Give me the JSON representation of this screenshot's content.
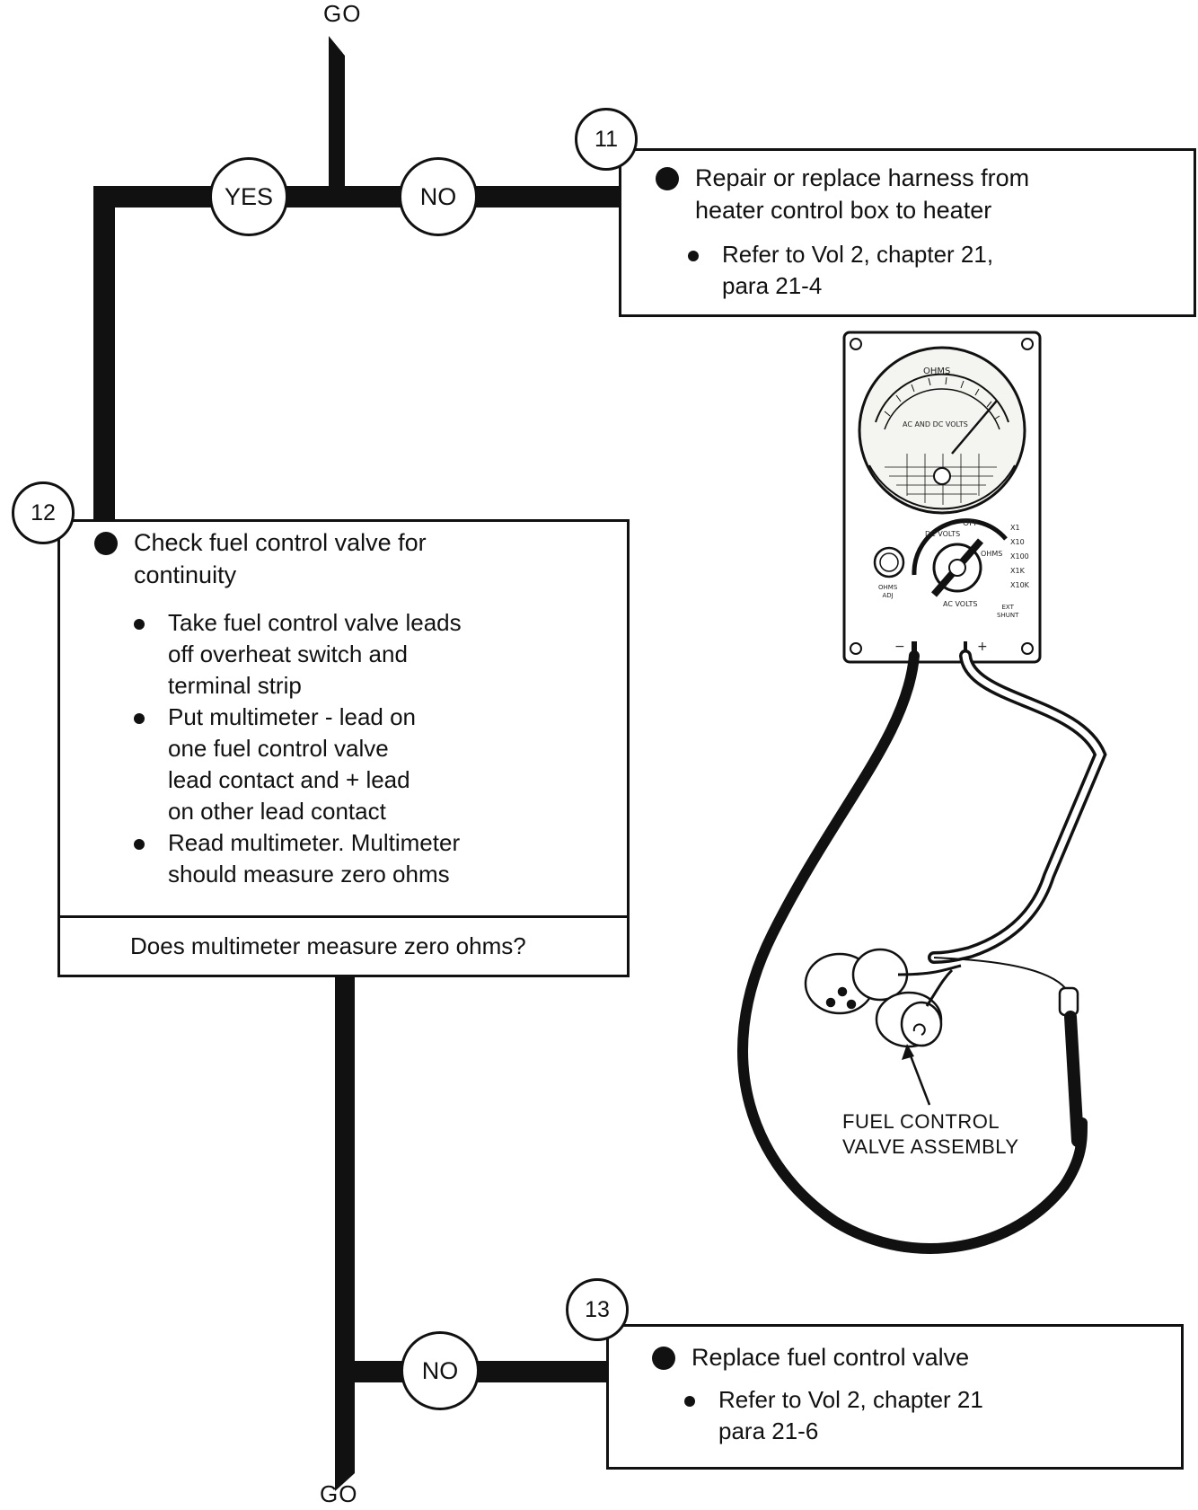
{
  "top_connector": "GO",
  "bottom_connector": "GO",
  "answers": {
    "top_yes": "YES",
    "top_no": "NO",
    "bottom_no": "NO"
  },
  "step11": {
    "number": "11",
    "main": [
      "Repair or replace harness from",
      "heater control box to heater"
    ],
    "sub": [
      "Refer to Vol 2, chapter 21,",
      "para 21-4"
    ]
  },
  "step12": {
    "number": "12",
    "main": [
      "Check fuel control valve for",
      "continuity"
    ],
    "subs": [
      [
        "Take fuel control valve leads",
        "off overheat switch and",
        "terminal strip"
      ],
      [
        "Put multimeter - lead on",
        "one fuel control valve",
        "lead contact and + lead",
        "on other lead contact"
      ],
      [
        "Read multimeter.  Multimeter",
        "should measure zero ohms"
      ]
    ],
    "question": "Does multimeter measure zero ohms?"
  },
  "step13": {
    "number": "13",
    "main": "Replace fuel control valve",
    "sub": [
      "Refer to Vol 2, chapter 21",
      "para 21-6"
    ]
  },
  "illustration": {
    "callout": [
      "FUEL CONTROL",
      "VALVE ASSEMBLY"
    ],
    "meter": {
      "scale_top": "OHMS",
      "scale_bottom": "AC AND DC VOLTS",
      "off": "OFF",
      "dc_volts": "DC VOLTS",
      "ohms": "OHMS",
      "ac_volts": "AC VOLTS",
      "ranges_right": [
        "X1",
        "X10",
        "X100",
        "X1K",
        "X10K"
      ],
      "ohms_adj": [
        "OHMS",
        "ADJ"
      ],
      "ext_shunt": [
        "EXT",
        "SHUNT"
      ],
      "minus": "−",
      "plus": "+"
    }
  },
  "colors": {
    "ink": "#111111",
    "paper": "#ffffff",
    "meter_face": "#f4f4f0"
  }
}
